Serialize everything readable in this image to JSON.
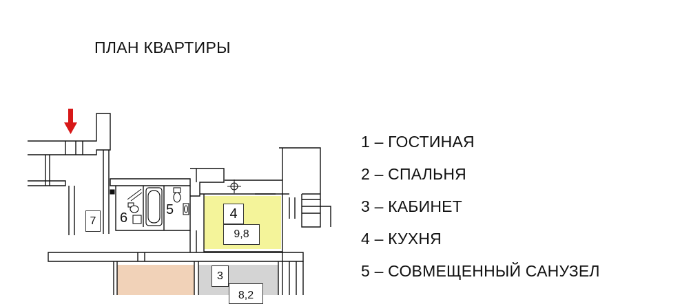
{
  "title": "ПЛАН КВАРТИРЫ",
  "rooms": [
    {
      "number": "7",
      "area": ""
    },
    {
      "number": "6",
      "area": ""
    },
    {
      "number": "5",
      "area": ""
    },
    {
      "number": "4",
      "area": "9,8"
    },
    {
      "number": "3",
      "area": "8,2"
    }
  ],
  "legend": [
    {
      "text": "1 – ГОСТИНАЯ"
    },
    {
      "text": "2 – СПАЛЬНЯ"
    },
    {
      "text": "3 – КАБИНЕТ"
    },
    {
      "text": "4 – КУХНЯ"
    },
    {
      "text": "5 – СОВМЕЩЕННЫЙ САНУЗЕЛ"
    }
  ],
  "colors": {
    "kitchen": "#f4f49a",
    "bedroom": "#f1d2b8",
    "study": "#d4d4d4",
    "arrow": "#d71818",
    "wall": "#111111"
  },
  "icons": [
    "entrance-arrow-icon",
    "bathtub-icon",
    "toilet-icon",
    "stove-icon",
    "sink-icon"
  ]
}
